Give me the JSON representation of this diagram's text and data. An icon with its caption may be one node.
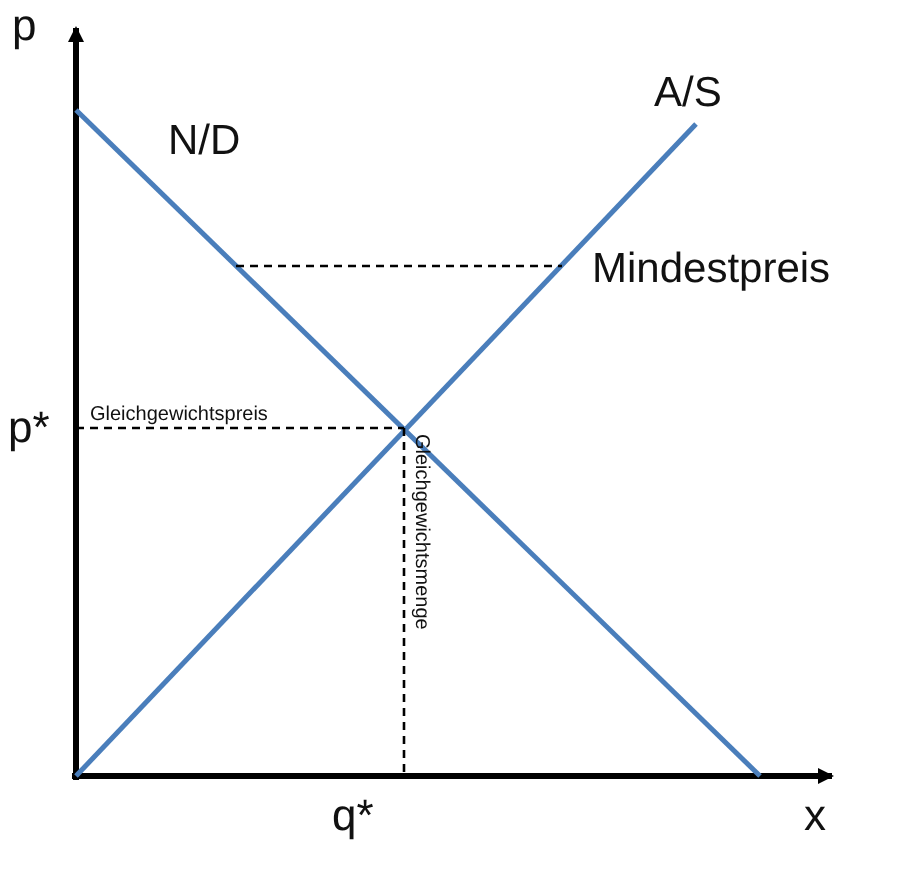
{
  "diagram": {
    "labels": [
      "p",
      "N/D",
      "A/S",
      "Mindestpreis",
      "p*",
      "Gleichgewichtspreis",
      "Gleichgewichtsmenge",
      "q*",
      "x"
    ]
  }
}
